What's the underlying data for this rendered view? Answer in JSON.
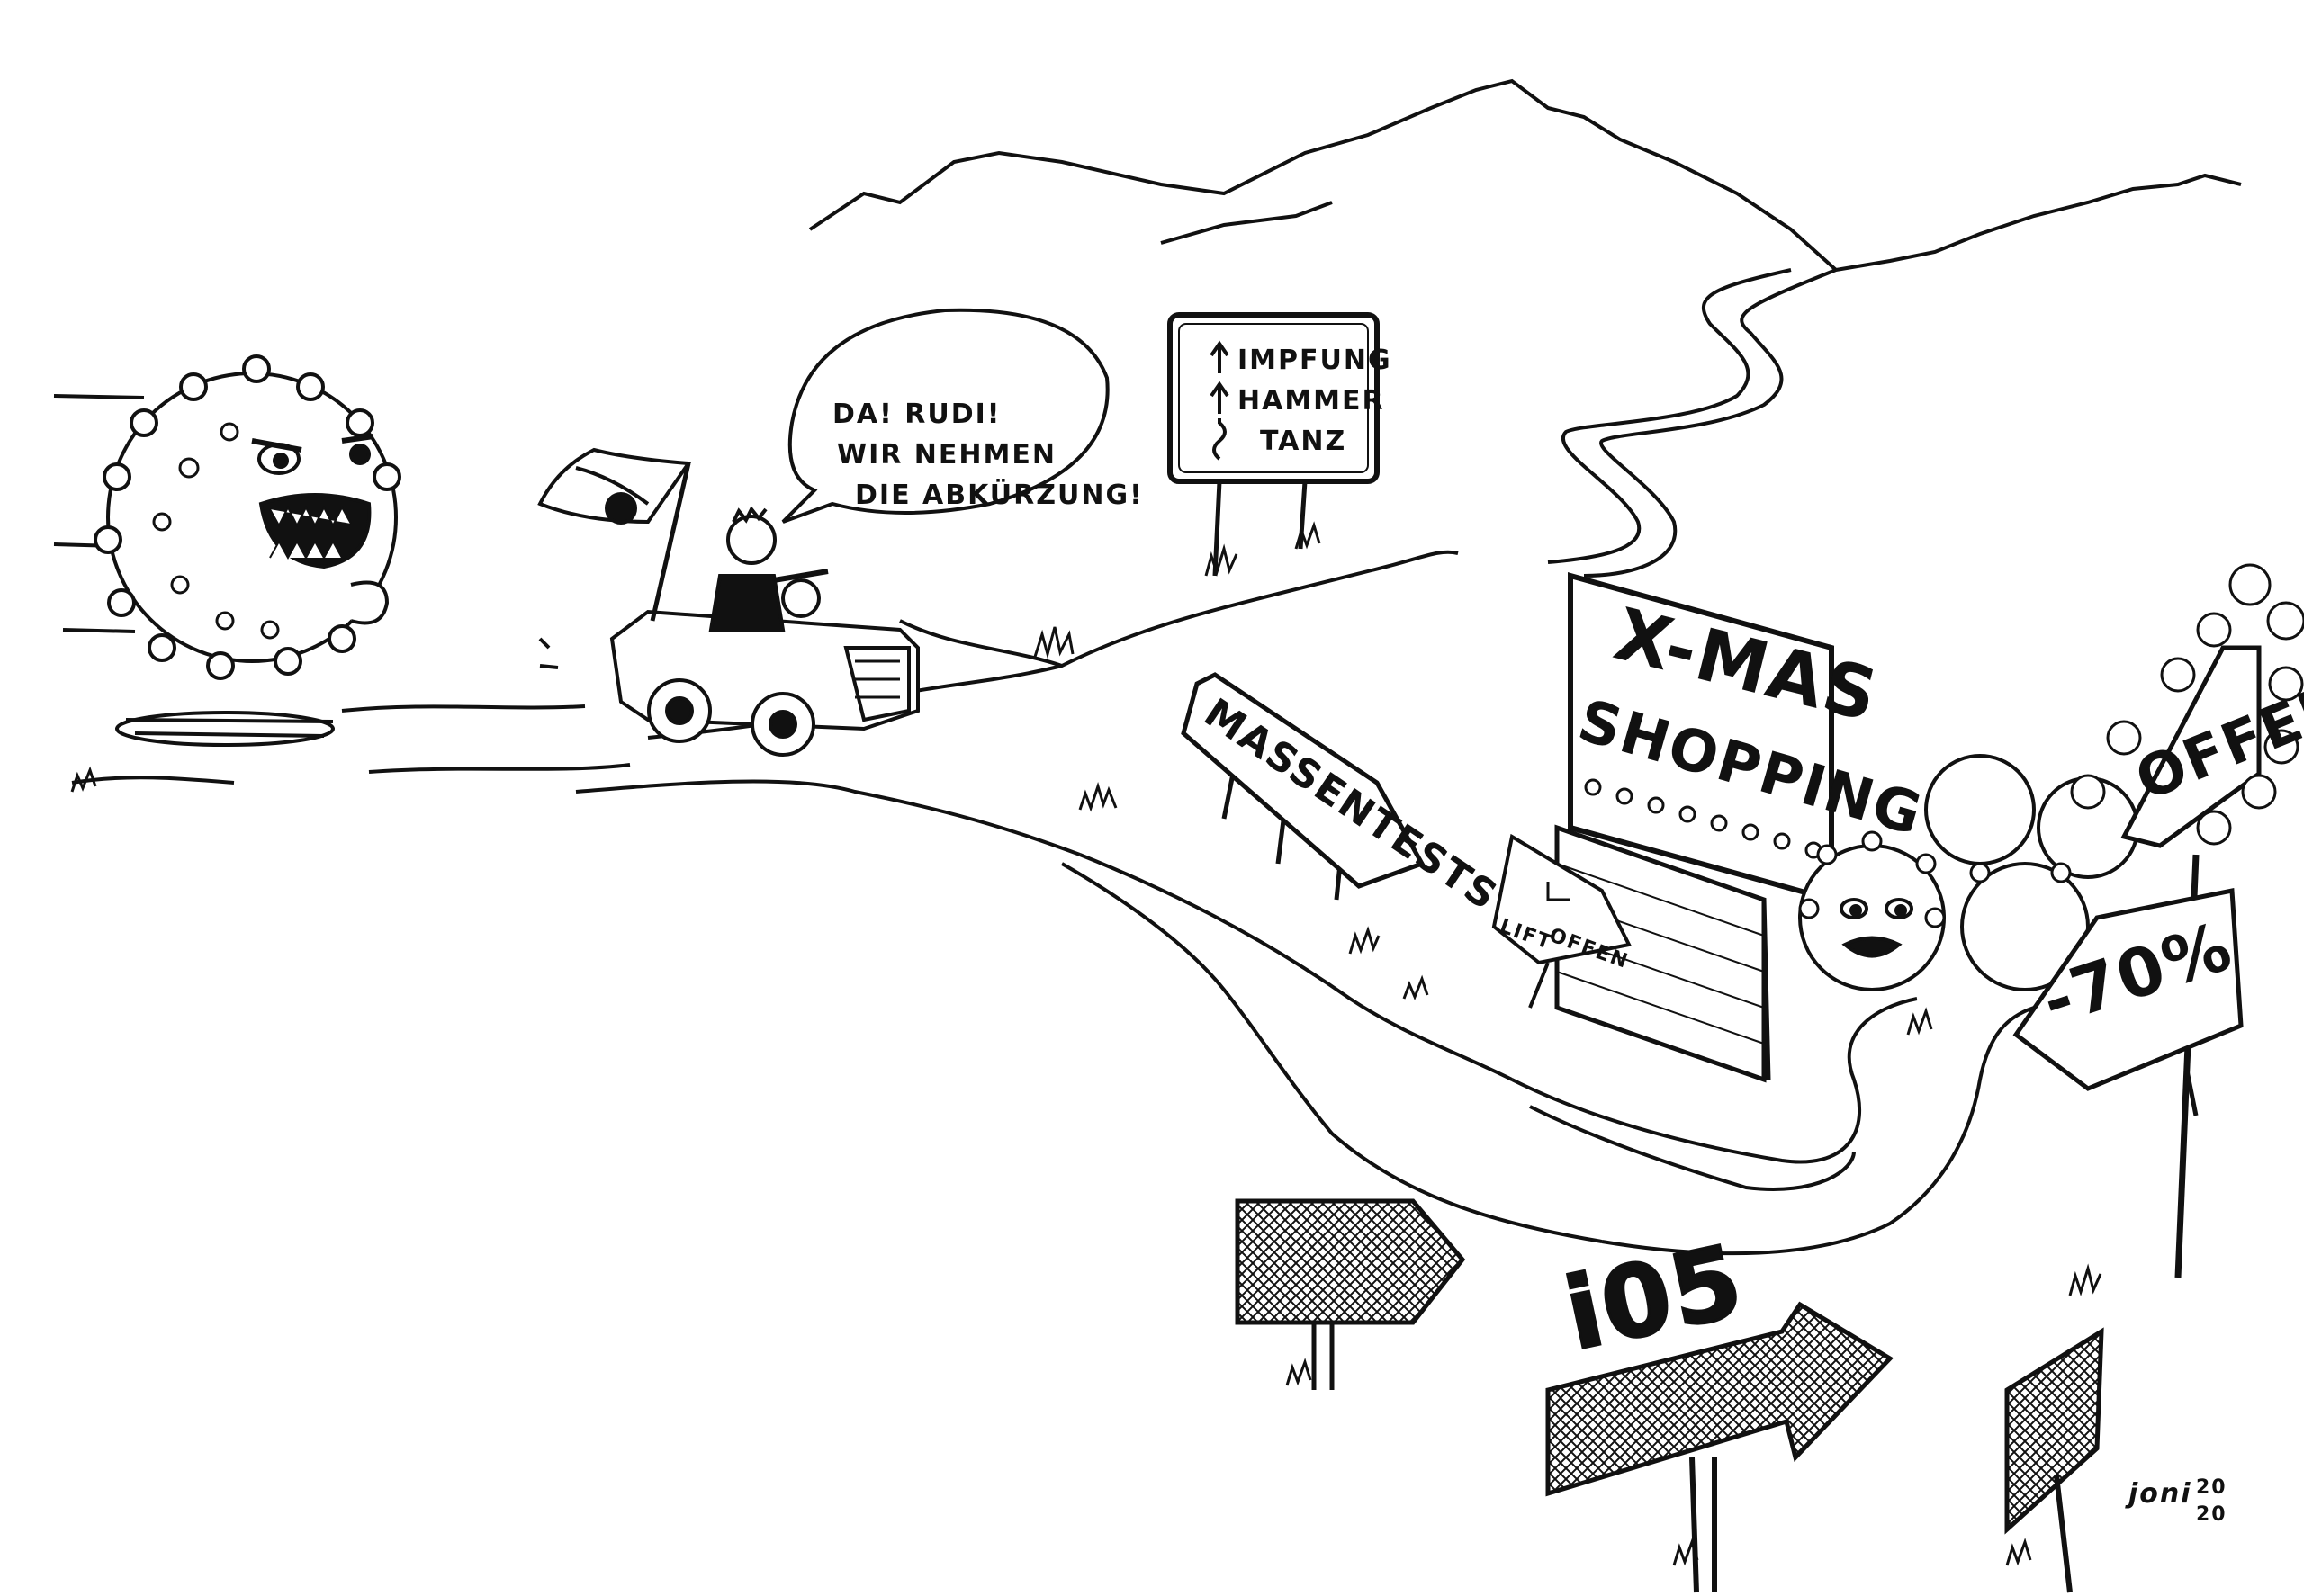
{
  "speech_bubble": {
    "line1": "DA! RUDI!",
    "line2": "WIR NEHMEN",
    "line3": "DIE ABKÜRZUNG!"
  },
  "direction_sign": {
    "row1": "IMPFUNG",
    "row2": "HAMMER",
    "row3": "TANZ"
  },
  "massentests_sign": "MASSENTESTS",
  "billboard": {
    "line1": "X-MAS",
    "line2": "SHOPPING"
  },
  "lift_sign": {
    "left": "LIFT",
    "right": "OFFEN"
  },
  "offen_sign": "OFFEN",
  "discount_sign": "-70%",
  "ios_sign": "i05",
  "signature": {
    "name": "joni",
    "year_a": "20",
    "year_b": "20"
  },
  "colors": {
    "ink": "#111111",
    "paper": "#ffffff"
  }
}
